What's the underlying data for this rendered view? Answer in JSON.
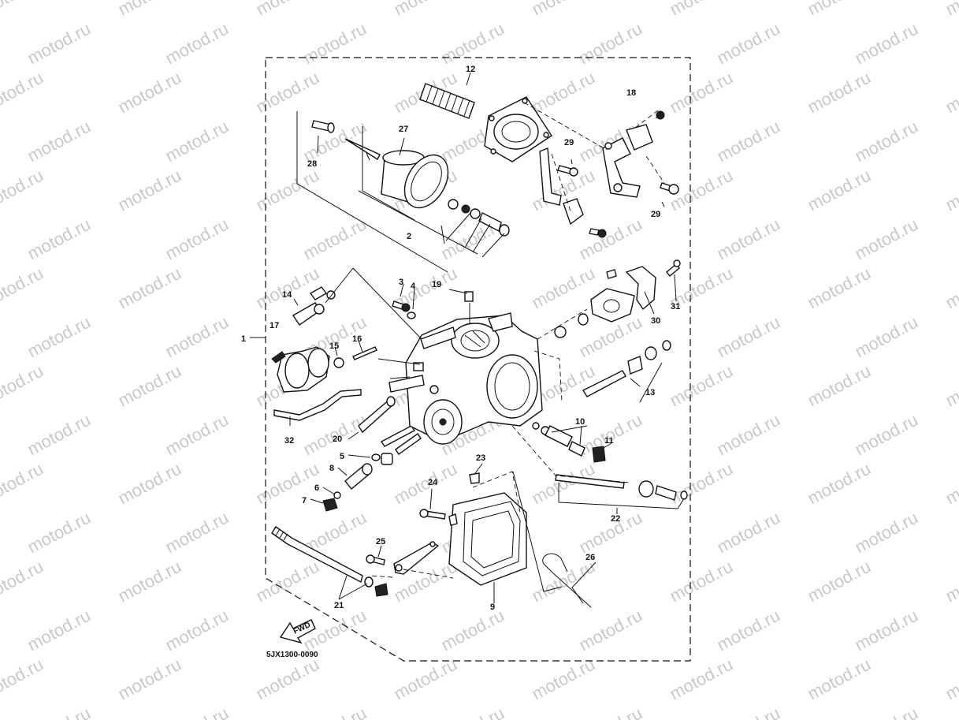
{
  "watermark": "motod.ru",
  "diagram_code": "5JX1300-0090",
  "fwd_label": "FWD",
  "parts": [
    {
      "id": "p1",
      "label": "1"
    },
    {
      "id": "p2",
      "label": "2"
    },
    {
      "id": "p3",
      "label": "3"
    },
    {
      "id": "p4",
      "label": "4"
    },
    {
      "id": "p5",
      "label": "5"
    },
    {
      "id": "p6",
      "label": "6"
    },
    {
      "id": "p7",
      "label": "7"
    },
    {
      "id": "p8",
      "label": "8"
    },
    {
      "id": "p9",
      "label": "9"
    },
    {
      "id": "p10",
      "label": "10"
    },
    {
      "id": "p11",
      "label": "11"
    },
    {
      "id": "p12",
      "label": "12"
    },
    {
      "id": "p13",
      "label": "13"
    },
    {
      "id": "p14",
      "label": "14"
    },
    {
      "id": "p15",
      "label": "15"
    },
    {
      "id": "p16",
      "label": "16"
    },
    {
      "id": "p17",
      "label": "17"
    },
    {
      "id": "p18",
      "label": "18"
    },
    {
      "id": "p19",
      "label": "19"
    },
    {
      "id": "p20",
      "label": "20"
    },
    {
      "id": "p21",
      "label": "21"
    },
    {
      "id": "p22",
      "label": "22"
    },
    {
      "id": "p23",
      "label": "23"
    },
    {
      "id": "p24",
      "label": "24"
    },
    {
      "id": "p25",
      "label": "25"
    },
    {
      "id": "p26",
      "label": "26"
    },
    {
      "id": "p27",
      "label": "27"
    },
    {
      "id": "p28",
      "label": "28"
    },
    {
      "id": "p29a",
      "label": "29"
    },
    {
      "id": "p29b",
      "label": "29"
    },
    {
      "id": "p30",
      "label": "30"
    },
    {
      "id": "p31",
      "label": "31"
    },
    {
      "id": "p32",
      "label": "32"
    }
  ]
}
